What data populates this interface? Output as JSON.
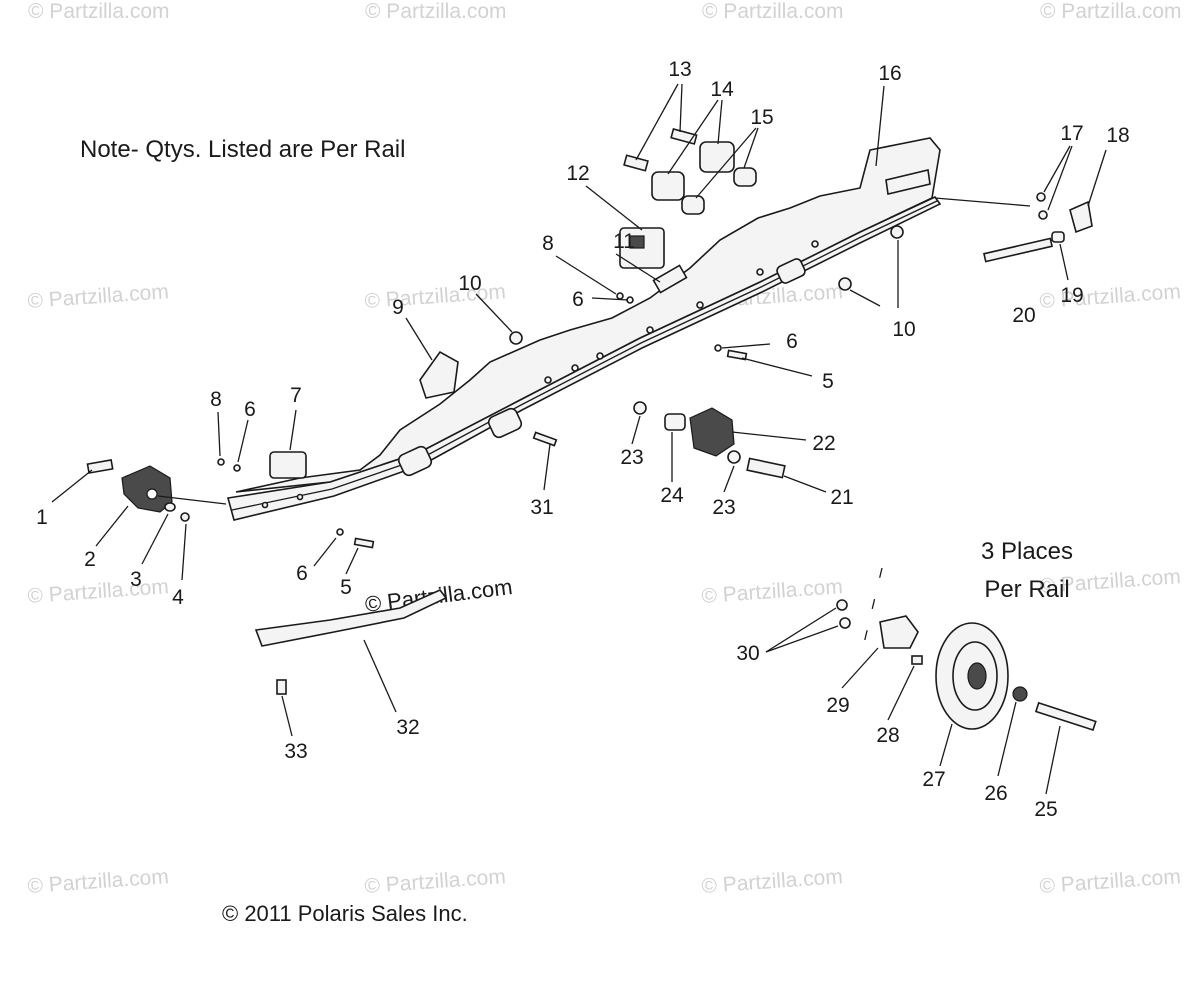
{
  "note": "Note- Qtys. Listed are Per Rail",
  "places_line1": "3 Places",
  "places_line2": "Per Rail",
  "copyright": "© 2011 Polaris Sales Inc.",
  "watermark": "© Partzilla.com",
  "callouts": [
    "1",
    "2",
    "3",
    "4",
    "5",
    "5",
    "5",
    "6",
    "6",
    "6",
    "6",
    "7",
    "8",
    "8",
    "9",
    "10",
    "10",
    "11",
    "12",
    "13",
    "14",
    "15",
    "16",
    "17",
    "18",
    "19",
    "20",
    "21",
    "22",
    "23",
    "23",
    "24",
    "25",
    "26",
    "27",
    "28",
    "29",
    "30",
    "31",
    "32",
    "33"
  ]
}
